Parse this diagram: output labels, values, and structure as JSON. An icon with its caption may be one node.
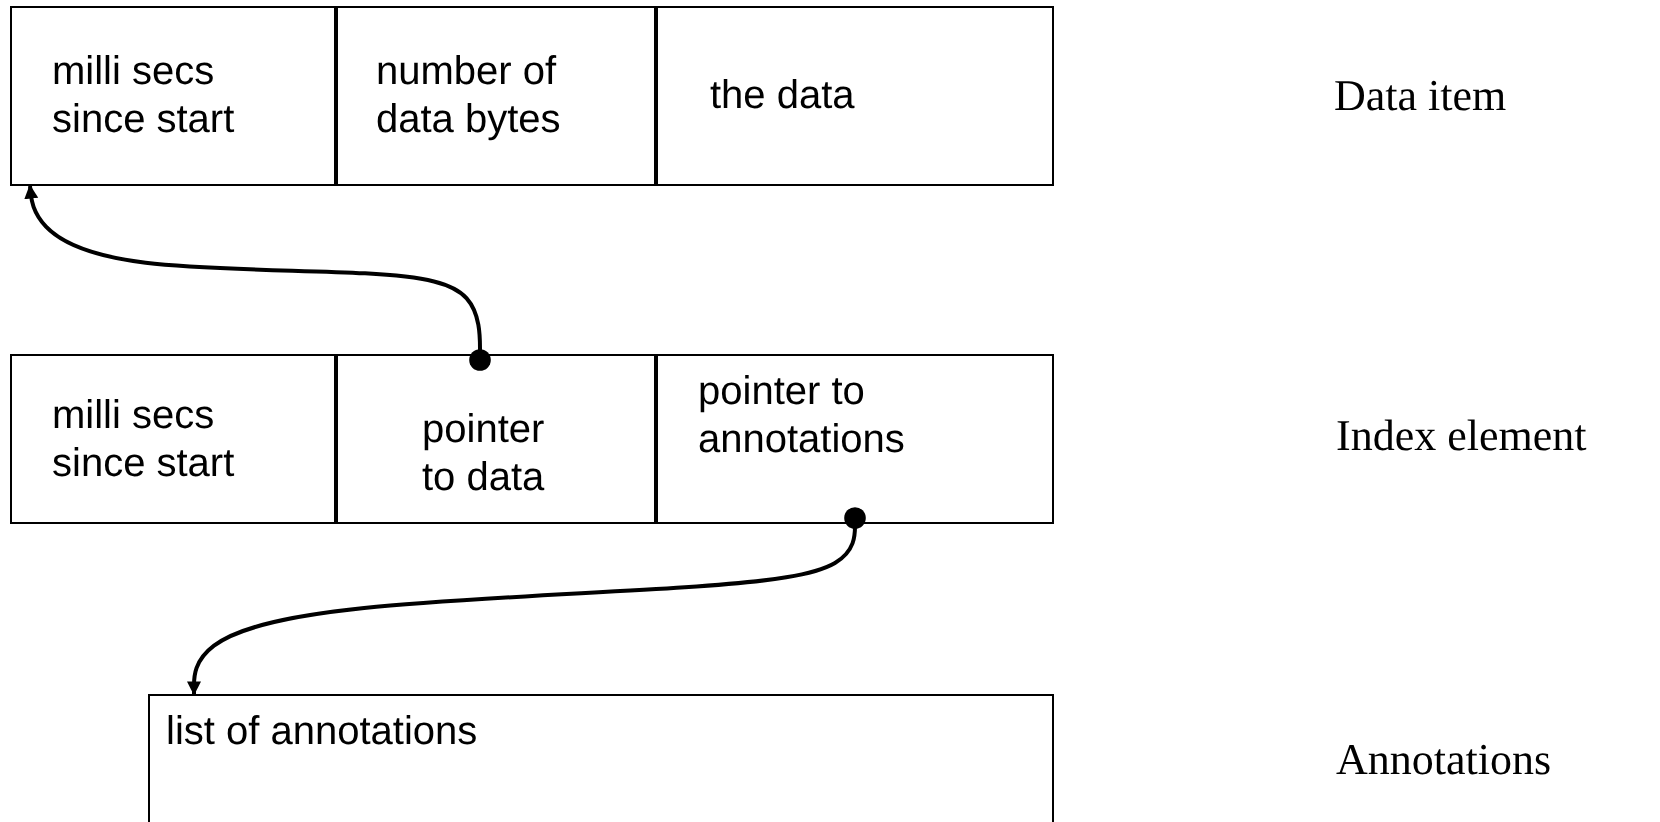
{
  "diagram": {
    "nodes": [
      {
        "text": [
          "milli secs since start"
        ]
      },
      {
        "text": [
          "number of data bytes"
        ]
      },
      {
        "text": [
          "the data"
        ]
      },
      {
        "text": [
          "milli secs since start"
        ]
      },
      {
        "text": [
          "pointer to data"
        ]
      },
      {
        "text": [
          "pointer to annotations"
        ]
      },
      {
        "text": [
          "list of annotations"
        ]
      }
    ],
    "edges": [
      {
        "from": 4,
        "to": 0,
        "arrow": "to"
      },
      {
        "from": 5,
        "to": 6,
        "arrow": "to"
      }
    ],
    "labels": [
      "Data item",
      "Index element",
      "Annotations"
    ]
  }
}
